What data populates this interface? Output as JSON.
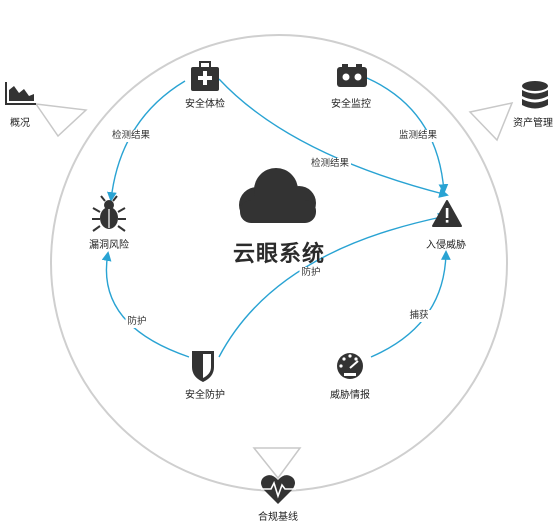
{
  "title": "云眼系统",
  "outer_items": {
    "overview": "概况",
    "asset_management": "资产管理",
    "compliance_baseline": "合规基线"
  },
  "nodes": {
    "security_check": "安全体检",
    "security_monitor": "安全监控",
    "vulnerability_risk": "漏洞风险",
    "intrusion_threat": "入侵威胁",
    "security_protection": "安全防护",
    "threat_intel": "威胁情报"
  },
  "edges": {
    "check_to_vuln": "检测结果",
    "check_to_intrusion": "检测结果",
    "monitor_to_intrusion": "监测结果",
    "protect_to_vuln": "防护",
    "protect_to_intrusion": "防护",
    "intel_to_intrusion": "捕获"
  },
  "colors": {
    "arrow": "#29a3d3",
    "circle": "#cfcfcf",
    "icon": "#333333"
  },
  "icons": {
    "overview": "area-chart-icon",
    "asset_management": "database-icon",
    "compliance_baseline": "heart-pulse-icon",
    "security_check": "medical-kit-icon",
    "security_monitor": "camera-icon",
    "vulnerability_risk": "bug-icon",
    "intrusion_threat": "warning-icon",
    "security_protection": "shield-icon",
    "threat_intel": "gauge-icon",
    "center": "cloud-icon"
  }
}
